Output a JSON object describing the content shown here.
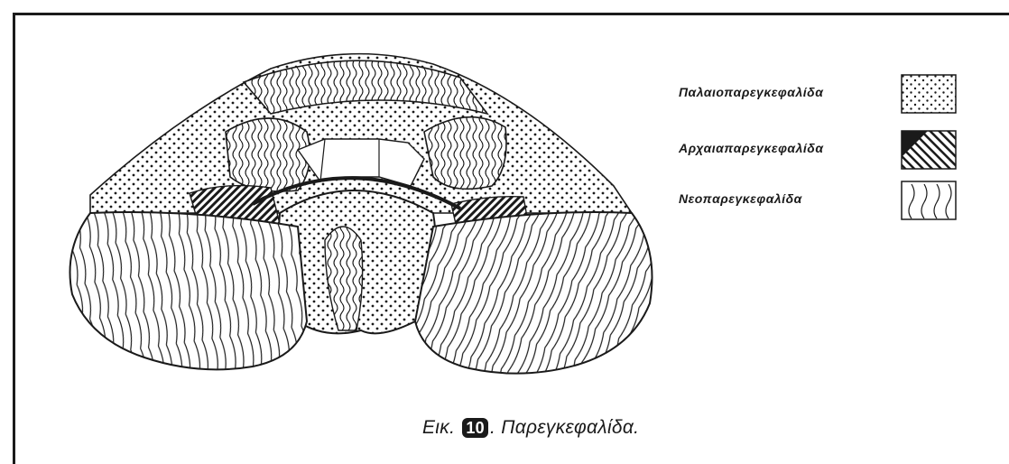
{
  "legend": {
    "items": [
      {
        "label": "Παλαιοπαρεγκεφαλίδα",
        "pattern": "dotted"
      },
      {
        "label": "Αρχαιαπαρεγκεφαλίδα",
        "pattern": "hatched"
      },
      {
        "label": "Νεοπαρεγκεφαλίδα",
        "pattern": "wavy"
      }
    ]
  },
  "caption": {
    "prefix": "Εικ.",
    "number": "10",
    "text": ". Παρεγκεφαλίδα."
  },
  "colors": {
    "ink": "#1a1a1a",
    "background": "#ffffff"
  }
}
